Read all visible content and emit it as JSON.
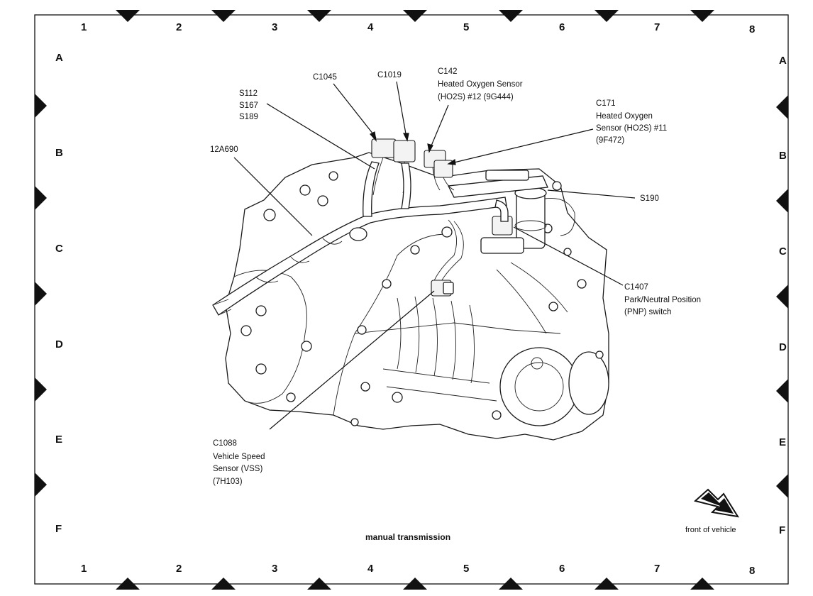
{
  "grid": {
    "columns": [
      "1",
      "2",
      "3",
      "4",
      "5",
      "6",
      "7",
      "8"
    ],
    "rows": [
      "A",
      "B",
      "C",
      "D",
      "E",
      "F"
    ]
  },
  "labels": {
    "c1045": "C1045",
    "c1019": "C1019",
    "c142": [
      "C142",
      "Heated Oxygen Sensor",
      "(HO2S) #12 (9G444)"
    ],
    "s112": [
      "S112",
      "S167",
      "S189"
    ],
    "c171": [
      "C171",
      "Heated Oxygen",
      "Sensor (HO2S) #11",
      "(9F472)"
    ],
    "harness": "12A690",
    "s190": "S190",
    "c1407": [
      "C1407",
      "Park/Neutral Position",
      "(PNP) switch"
    ],
    "c1088": [
      "C1088",
      "Vehicle Speed",
      "Sensor (VSS)",
      "(7H103)"
    ]
  },
  "caption": "manual transmission",
  "front_of_vehicle": "front of vehicle"
}
